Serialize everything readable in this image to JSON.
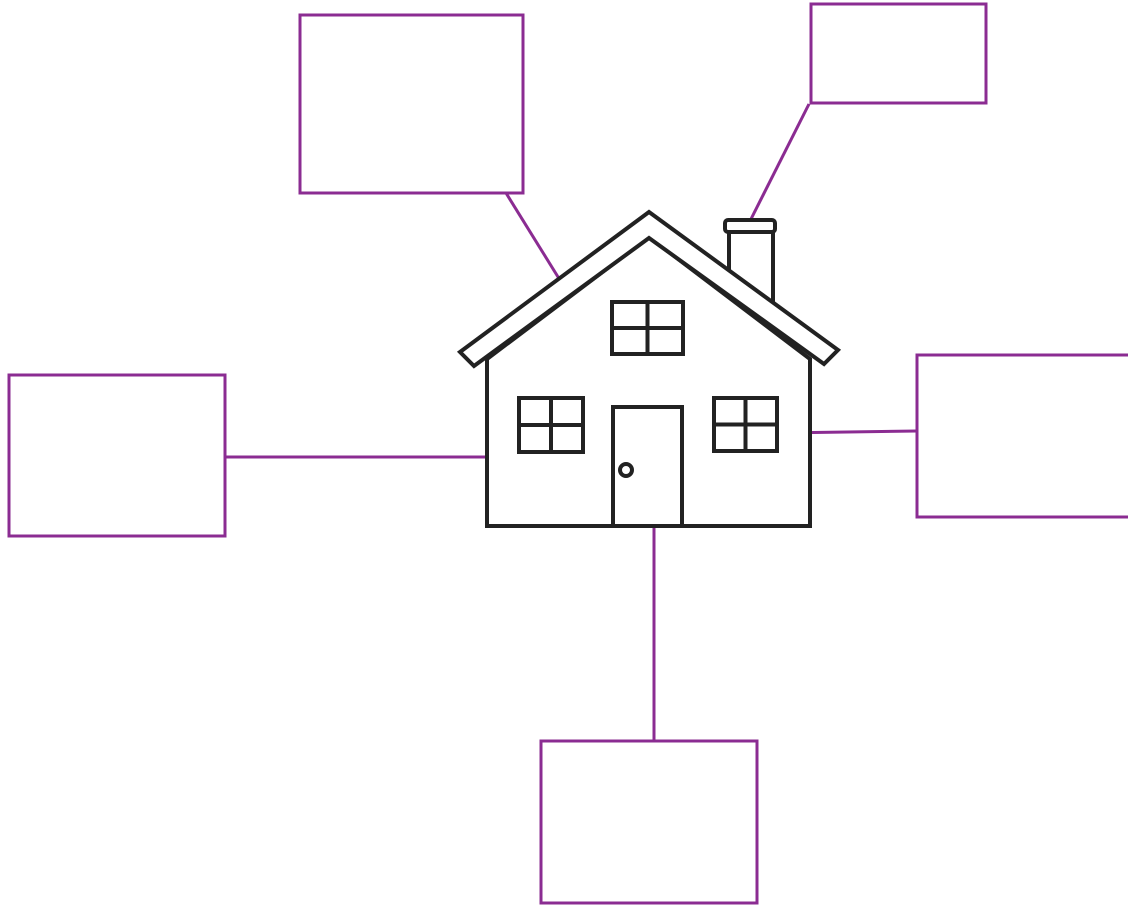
{
  "colors": {
    "accent": "#8b2c92",
    "outline": "#222222",
    "background": "#ffffff"
  },
  "diagram": {
    "subject": "house-icon",
    "label_boxes": [
      {
        "id": "roof",
        "text": ""
      },
      {
        "id": "chimney",
        "text": ""
      },
      {
        "id": "wall",
        "text": ""
      },
      {
        "id": "window",
        "text": ""
      },
      {
        "id": "door",
        "text": ""
      }
    ]
  }
}
